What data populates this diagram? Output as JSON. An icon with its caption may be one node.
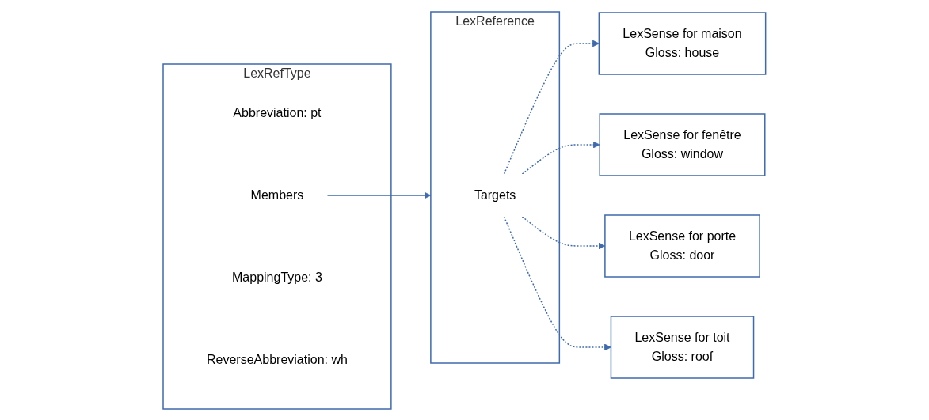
{
  "diagram": {
    "nodes": [
      {
        "text": [
          "LexRefType"
        ]
      },
      {
        "text": [
          "Abbreviation: pt"
        ],
        "in": 0
      },
      {
        "text": [
          "Members"
        ],
        "in": 0
      },
      {
        "text": [
          "MappingType: 3"
        ],
        "in": 0
      },
      {
        "text": [
          "ReverseAbbreviation: wh"
        ],
        "in": 0
      },
      {
        "text": [
          "LexReference"
        ]
      },
      {
        "text": [
          "Targets"
        ],
        "in": 5
      },
      {
        "text": [
          "LexSense for maison",
          "Gloss: house"
        ]
      },
      {
        "text": [
          "LexSense for fenêtre",
          "Gloss: window"
        ]
      },
      {
        "text": [
          "LexSense for porte",
          "Gloss: door"
        ]
      },
      {
        "text": [
          "LexSense for toit",
          "Gloss: roof"
        ]
      }
    ],
    "edges": [
      {
        "from": 2,
        "to": 5,
        "arrow": "to"
      },
      {
        "from": 6,
        "to": 7,
        "arrow": "to",
        "style": "dashed"
      },
      {
        "from": 6,
        "to": 8,
        "arrow": "to",
        "style": "dashed"
      },
      {
        "from": 6,
        "to": 9,
        "arrow": "to",
        "style": "dashed"
      },
      {
        "from": 6,
        "to": 10,
        "arrow": "to",
        "style": "dashed"
      }
    ]
  }
}
